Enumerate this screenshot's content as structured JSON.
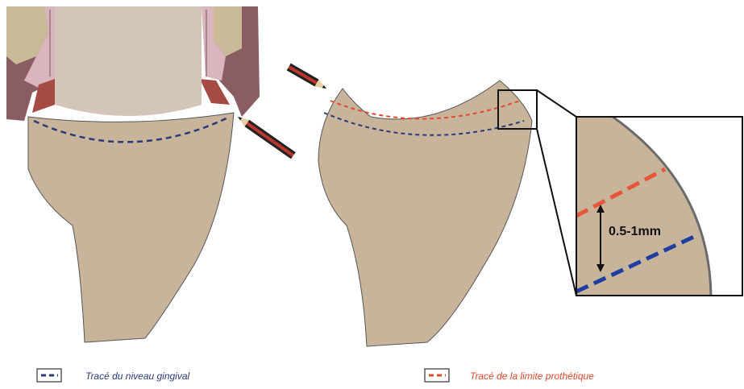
{
  "measurement": {
    "label": "0.5-1mm"
  },
  "legend": {
    "gingival": {
      "label": "Tracé du niveau gingival",
      "color": "#2b3a78"
    },
    "prosthetic": {
      "label": "Tracé de la limite prothétique",
      "color": "#e04a2e"
    }
  },
  "colors": {
    "tooth": "#c8b49b",
    "tooth_outline": "#555555",
    "gum": "#8a5d63",
    "gum_dark": "#a64a44",
    "bone": "#c9bb98",
    "root_crown": "#d4c5b9",
    "zoom_line_blue": "#1e3fa0",
    "zoom_line_red": "#e8553a",
    "pencil_red": "#b8362b"
  },
  "icons": {
    "pencil": "pencil-icon",
    "arrow": "double-arrow-icon"
  }
}
